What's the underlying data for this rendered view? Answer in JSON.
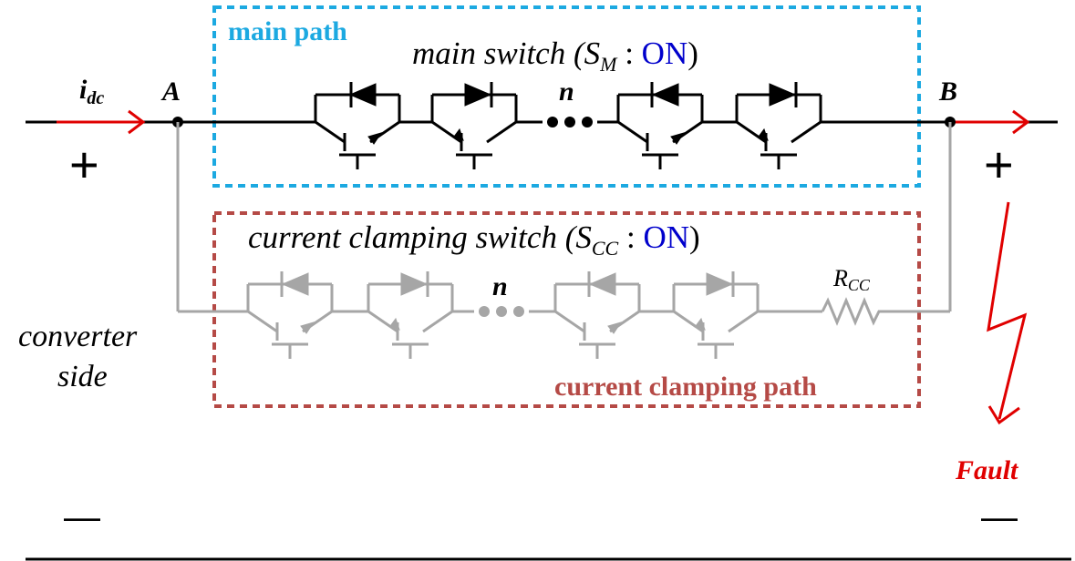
{
  "colors": {
    "main_box": "#1ca9e1",
    "clamp_box": "#b54a46",
    "black": "#000000",
    "gray": "#a6a6a6",
    "red": "#e00000",
    "blue": "#0000cc"
  },
  "labels": {
    "main_path": "main path",
    "main_switch_prefix": "main switch (",
    "main_switch_sym": "S",
    "main_switch_sub": "M",
    "main_switch_colon": " : ",
    "main_switch_state": "ON",
    "main_switch_suffix": ")",
    "idc_main": "i",
    "idc_sub": "dc",
    "node_a": "A",
    "node_b": "B",
    "n_main": "n",
    "cc_switch_prefix": "current clamping switch (",
    "cc_switch_sym": "S",
    "cc_switch_sub": "CC",
    "cc_switch_colon": " : ",
    "cc_switch_state": "ON",
    "cc_switch_suffix": ")",
    "n_cc": "n",
    "rcc_main": "R",
    "rcc_sub": "CC",
    "cc_path": "current clamping path",
    "converter_line1": "converter",
    "converter_line2": "side",
    "fault": "Fault",
    "plus": "+",
    "minus": "—"
  }
}
